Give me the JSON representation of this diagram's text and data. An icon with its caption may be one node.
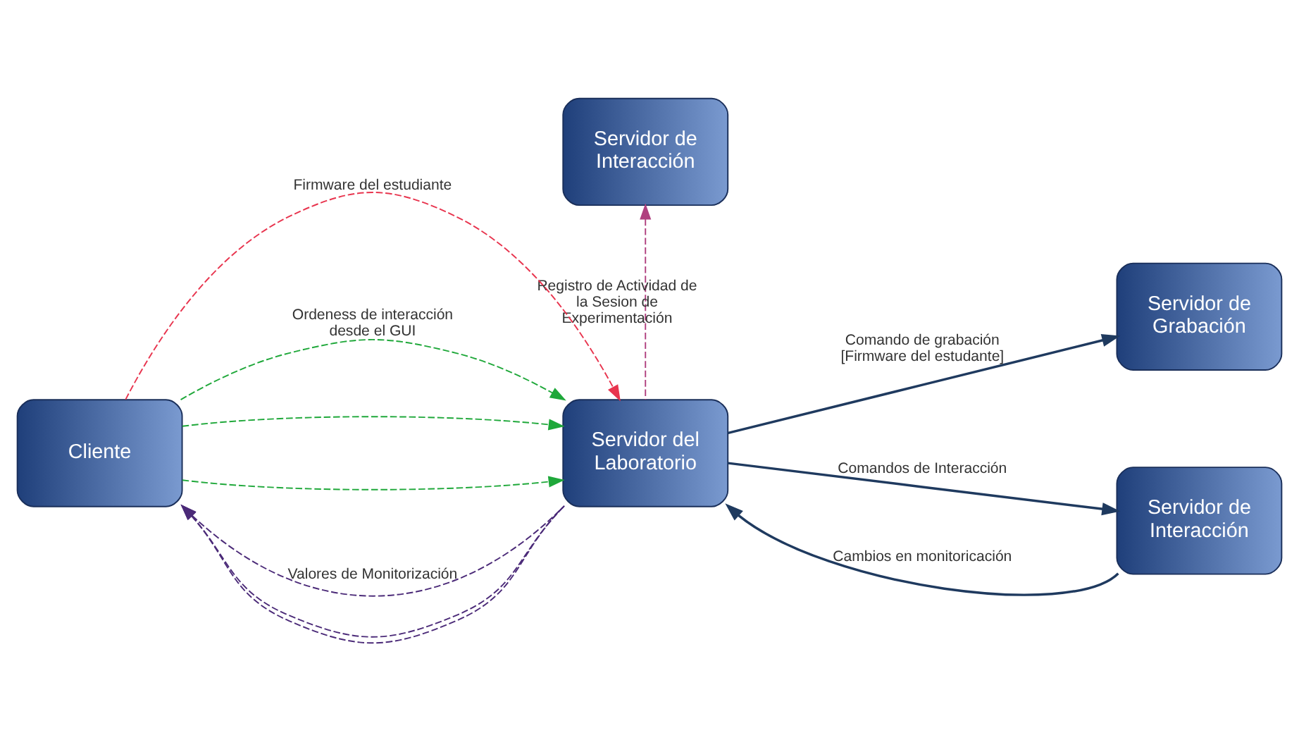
{
  "diagram": {
    "nodes": [
      {
        "text": [
          "Servidor de Interacción"
        ]
      },
      {
        "text": [
          "Cliente"
        ]
      },
      {
        "text": [
          "Servidor del Laboratorio"
        ]
      },
      {
        "text": [
          "Servidor de Grabación"
        ]
      },
      {
        "text": [
          "Servidor de Interacción"
        ]
      }
    ],
    "edges": [
      {
        "from": 1,
        "to": 2,
        "arrow": "to",
        "label": "Firmware del estudiante",
        "style": "dashed",
        "color": "#e8344e"
      },
      {
        "from": 1,
        "to": 2,
        "arrow": "to",
        "label": "Ordeness de interacción desde el GUI",
        "style": "dashed",
        "color": "#1fa83a"
      },
      {
        "from": 1,
        "to": 2,
        "arrow": "to",
        "style": "dashed",
        "color": "#1fa83a"
      },
      {
        "from": 1,
        "to": 2,
        "arrow": "to",
        "style": "dashed",
        "color": "#1fa83a"
      },
      {
        "from": 2,
        "to": 1,
        "arrow": "to",
        "label": "Valores de Monitorización",
        "style": "dashed",
        "color": "#4b2a78"
      },
      {
        "from": 2,
        "to": 1,
        "arrow": "to",
        "style": "dashed",
        "color": "#4b2a78"
      },
      {
        "from": 2,
        "to": 1,
        "arrow": "to",
        "style": "dashed",
        "color": "#4b2a78"
      },
      {
        "from": 2,
        "to": 0,
        "arrow": "to",
        "label": "Registro de Actividad de la Sesion de Experimentación",
        "style": "dashed",
        "color": "#b0407f"
      },
      {
        "from": 2,
        "to": 3,
        "arrow": "to",
        "label": "Comando de grabación [Firmware del estudante]",
        "color": "#1f3a5f"
      },
      {
        "from": 2,
        "to": 4,
        "arrow": "to",
        "label": "Comandos de Interacción",
        "color": "#1f3a5f"
      },
      {
        "from": 4,
        "to": 2,
        "arrow": "to",
        "label": "Cambios en monitoricación",
        "color": "#1f3a5f"
      }
    ]
  }
}
